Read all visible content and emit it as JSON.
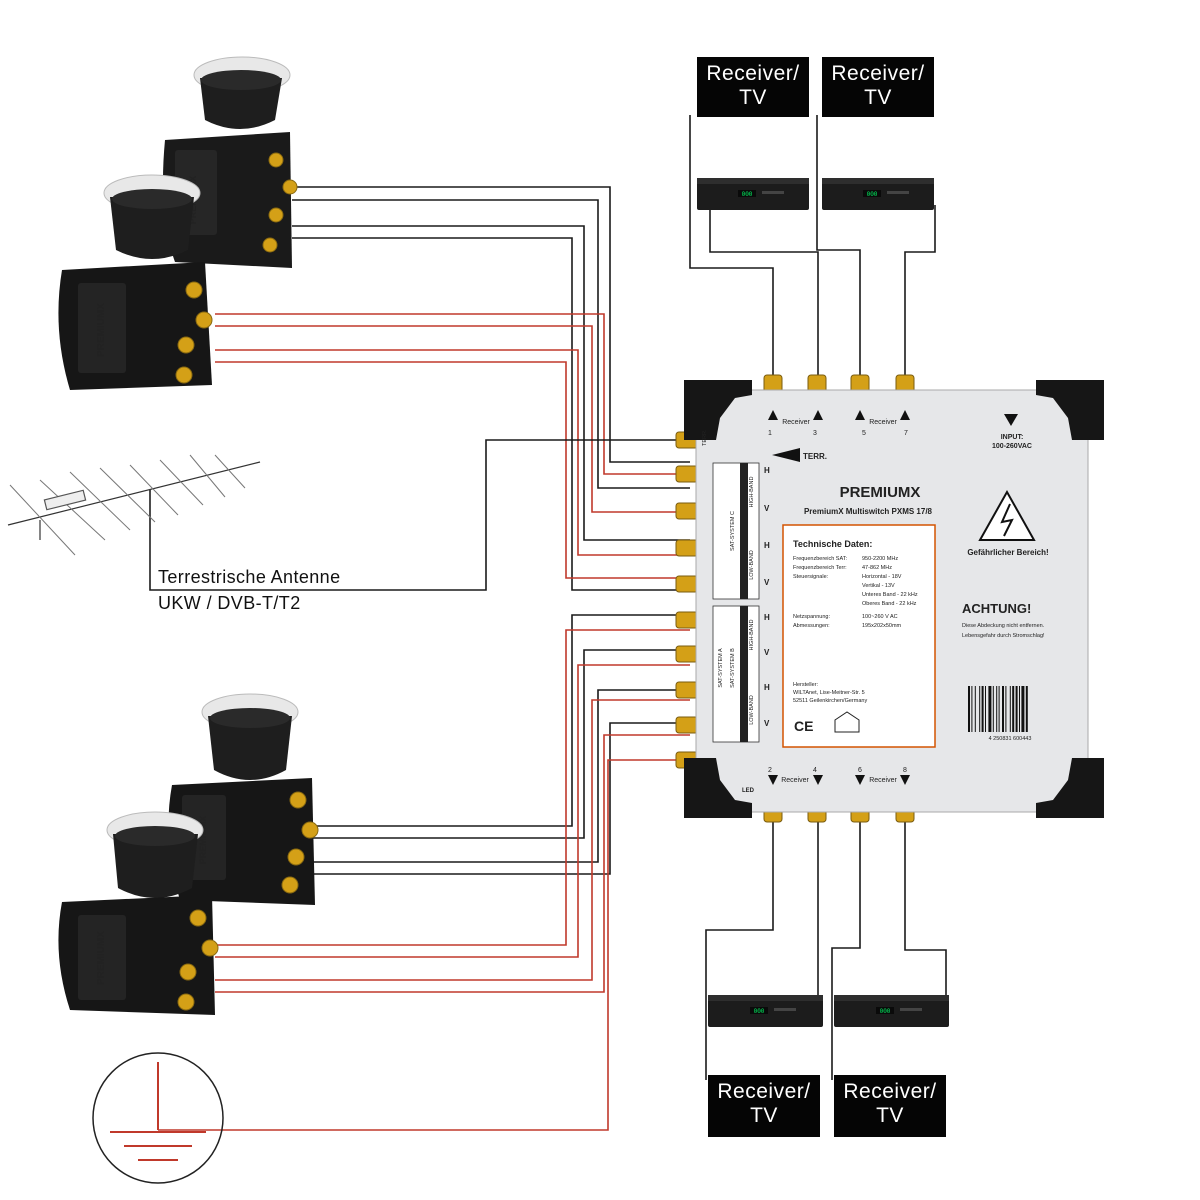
{
  "receivers": {
    "top_left": {
      "line1": "Receiver/",
      "line2": "TV"
    },
    "top_right": {
      "line1": "Receiver/",
      "line2": "TV"
    },
    "bottom_left": {
      "line1": "Receiver/",
      "line2": "TV"
    },
    "bottom_right": {
      "line1": "Receiver/",
      "line2": "TV"
    }
  },
  "antenna": {
    "title": "Terrestrische Antenne",
    "subtitle": "UKW / DVB-T/T2"
  },
  "switch": {
    "brand": "PREMIUMX",
    "model": "PremiumX Multiswitch PXMS 17/8",
    "terr_label": "TERR.",
    "terr_side": "TERR.",
    "receiver_label": "Receiver",
    "top_port_numbers": [
      "1",
      "3",
      "5",
      "7"
    ],
    "bottom_port_numbers": [
      "2",
      "4",
      "6",
      "8"
    ],
    "input_label": "INPUT:",
    "input_voltage": "100-260VAC",
    "tech_title": "Technische Daten:",
    "specs": [
      {
        "k": "Frequenzbereich SAT:",
        "v": "950-2200 MHz"
      },
      {
        "k": "Frequenzbereich Terr:",
        "v": "47-862 MHz"
      },
      {
        "k": "Steuersignale:",
        "v": "Horizontal - 18V"
      },
      {
        "k": "",
        "v": "Vertikal - 13V"
      },
      {
        "k": "",
        "v": "Unteres Band - 22 kHz"
      },
      {
        "k": "",
        "v": "Oberes Band - 22 kHz"
      },
      {
        "k": "Netzspannung:",
        "v": "100~260 V AC"
      },
      {
        "k": "Abmessungen:",
        "v": "195x202x50mm"
      }
    ],
    "danger": "Gefährlicher Bereich!",
    "achtung": "ACHTUNG!",
    "achtung_text1": "Diese Abdeckung nicht entfernen.",
    "achtung_text2": "Lebensgefahr durch Stromschlag!",
    "sat_system_c": "SAT-SYSTEM C",
    "sat_system_b": "SAT-SYSTEM B",
    "sat_system_a": "SAT-SYSTEM A",
    "low_band": "LOW-BAND",
    "high_band": "HIGH-BAND",
    "pol_h": "H",
    "pol_v": "V",
    "hersteller": "Hersteller:",
    "address1": "WILTAnet, Lise-Meitner-Str. 5",
    "address2": "52511 Geilenkirchen/Germany",
    "barcode": "4 250831 600443",
    "led": "LED"
  },
  "lnb": {
    "brand": "PREMIUMX"
  },
  "colors": {
    "black_cable": "#1a1a1a",
    "red_cable": "#c0392b",
    "gold": "#d4a017",
    "screen": "#050505"
  }
}
